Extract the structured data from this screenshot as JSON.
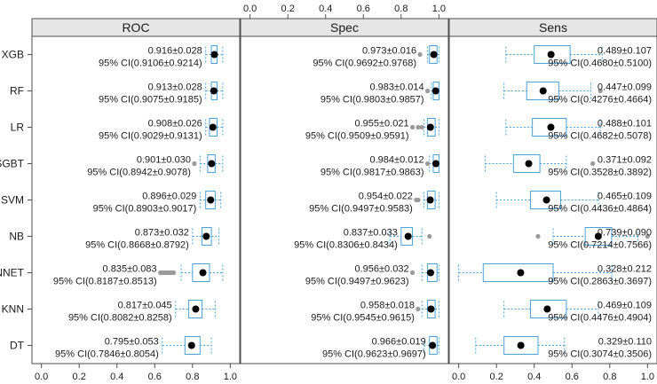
{
  "chart_data": {
    "type": "boxplot",
    "models": [
      "XGB",
      "RF",
      "LR",
      "SGBT",
      "SVM",
      "NB",
      "NNET",
      "KNN",
      "DT"
    ],
    "x_ticks": [
      "0.0",
      "0.2",
      "0.4",
      "0.6",
      "0.8",
      "1.0"
    ],
    "xlim": [
      -0.05,
      1.05
    ],
    "grid": false,
    "colors": {
      "box": "#4aa3d8",
      "mean": "#000000",
      "outlier": "#9a9a9a",
      "frame": "#4d4d4d",
      "strip_bg": "#e6e6e6"
    },
    "panels": [
      {
        "name": "ROC",
        "ticks_position": "bottom",
        "rows": [
          {
            "model": "XGB",
            "box": [
              0.9,
              0.93
            ],
            "whiskers": [
              0.87,
              0.96
            ],
            "mean": 0.916,
            "outliers": [],
            "annot_mean": "0.916±0.028",
            "annot_ci": "95% CI(0.9106±0.9214)"
          },
          {
            "model": "RF",
            "box": [
              0.9,
              0.93
            ],
            "whiskers": [
              0.87,
              0.96
            ],
            "mean": 0.913,
            "outliers": [],
            "annot_mean": "0.913±0.028",
            "annot_ci": "95% CI(0.9075±0.9185)"
          },
          {
            "model": "LR",
            "box": [
              0.89,
              0.93
            ],
            "whiskers": [
              0.87,
              0.96
            ],
            "mean": 0.908,
            "outliers": [],
            "annot_mean": "0.908±0.026",
            "annot_ci": "95% CI(0.9029±0.9131)"
          },
          {
            "model": "SGBT",
            "box": [
              0.88,
              0.92
            ],
            "whiskers": [
              0.84,
              0.96
            ],
            "mean": 0.901,
            "outliers": [
              0.81
            ],
            "annot_mean": "0.901±0.030",
            "annot_ci": "95% CI(0.8942±0.9078)"
          },
          {
            "model": "SVM",
            "box": [
              0.87,
              0.92
            ],
            "whiskers": [
              0.84,
              0.95
            ],
            "mean": 0.896,
            "outliers": [],
            "annot_mean": "0.896±0.029",
            "annot_ci": "95% CI(0.8903±0.9017)"
          },
          {
            "model": "NB",
            "box": [
              0.85,
              0.9
            ],
            "whiskers": [
              0.8,
              0.94
            ],
            "mean": 0.873,
            "outliers": [],
            "annot_mean": "0.873±0.032",
            "annot_ci": "95% CI(0.8668±0.8792)"
          },
          {
            "model": "NNET",
            "box": [
              0.8,
              0.89
            ],
            "whiskers": [
              0.74,
              0.96
            ],
            "mean": 0.855,
            "outliers": [
              0.63,
              0.64,
              0.65,
              0.66,
              0.67,
              0.68,
              0.69,
              0.7
            ],
            "annot_mean": "0.835±0.083",
            "annot_ci": "95% CI(0.8187±0.8513)"
          },
          {
            "model": "KNN",
            "box": [
              0.78,
              0.85
            ],
            "whiskers": [
              0.71,
              0.92
            ],
            "mean": 0.817,
            "outliers": [],
            "annot_mean": "0.817±0.045",
            "annot_ci": "95% CI(0.8082±0.8258)"
          },
          {
            "model": "DT",
            "box": [
              0.76,
              0.84
            ],
            "whiskers": [
              0.64,
              0.9
            ],
            "mean": 0.795,
            "outliers": [],
            "annot_mean": "0.795±0.053",
            "annot_ci": "95% CI(0.7846±0.8054)"
          }
        ]
      },
      {
        "name": "Spec",
        "ticks_position": "top",
        "rows": [
          {
            "model": "XGB",
            "box": [
              0.95,
              0.99
            ],
            "whiskers": [
              0.94,
              1.0
            ],
            "mean": 0.973,
            "outliers": [
              0.9
            ],
            "annot_mean": "0.973±0.016",
            "annot_ci": "95% CI(0.9692±0.9768)"
          },
          {
            "model": "RF",
            "box": [
              0.97,
              1.0
            ],
            "whiskers": [
              0.96,
              1.0
            ],
            "mean": 0.983,
            "outliers": [
              0.94
            ],
            "annot_mean": "0.983±0.014",
            "annot_ci": "95% CI(0.9803±0.9857)"
          },
          {
            "model": "LR",
            "box": [
              0.94,
              0.98
            ],
            "whiskers": [
              0.92,
              1.0
            ],
            "mean": 0.955,
            "outliers": [
              0.86,
              0.89,
              0.91
            ],
            "annot_mean": "0.955±0.021",
            "annot_ci": "95% CI(0.9509±0.9591)"
          },
          {
            "model": "SGBT",
            "box": [
              0.97,
              1.0
            ],
            "whiskers": [
              0.95,
              1.0
            ],
            "mean": 0.984,
            "outliers": [
              0.94
            ],
            "annot_mean": "0.984±0.012",
            "annot_ci": "95% CI(0.9817±0.9863)"
          },
          {
            "model": "SVM",
            "box": [
              0.94,
              0.98
            ],
            "whiskers": [
              0.92,
              1.0
            ],
            "mean": 0.954,
            "outliers": [
              0.88,
              0.89
            ],
            "annot_mean": "0.954±0.022",
            "annot_ci": "95% CI(0.9497±0.9583)"
          },
          {
            "model": "NB",
            "box": [
              0.8,
              0.86
            ],
            "whiskers": [
              0.74,
              0.91
            ],
            "mean": 0.837,
            "outliers": [
              0.95
            ],
            "annot_mean": "0.837±0.033",
            "annot_ci": "95% CI(0.8306±0.8434)"
          },
          {
            "model": "NNET",
            "box": [
              0.94,
              0.99
            ],
            "whiskers": [
              0.91,
              1.0
            ],
            "mean": 0.956,
            "outliers": [
              0.86
            ],
            "annot_mean": "0.956±0.032",
            "annot_ci": "95% CI(0.9497±0.9623)"
          },
          {
            "model": "KNN",
            "box": [
              0.94,
              0.98
            ],
            "whiskers": [
              0.91,
              1.0
            ],
            "mean": 0.958,
            "outliers": [
              0.89
            ],
            "annot_mean": "0.958±0.018",
            "annot_ci": "95% CI(0.9545±0.9615)"
          },
          {
            "model": "DT",
            "box": [
              0.95,
              0.99
            ],
            "whiskers": [
              0.92,
              1.0
            ],
            "mean": 0.966,
            "outliers": [],
            "annot_mean": "0.966±0.019",
            "annot_ci": "95% CI(0.9623±0.9697)"
          }
        ]
      },
      {
        "name": "Sens",
        "ticks_position": "bottom",
        "rows": [
          {
            "model": "XGB",
            "box": [
              0.4,
              0.59
            ],
            "whiskers": [
              0.25,
              0.76
            ],
            "mean": 0.489,
            "outliers": [],
            "annot_mean": "0.489±0.107",
            "annot_ci": "95% CI(0.4680±0.5100)"
          },
          {
            "model": "RF",
            "box": [
              0.36,
              0.53
            ],
            "whiskers": [
              0.24,
              0.7
            ],
            "mean": 0.447,
            "outliers": [
              0.75
            ],
            "annot_mean": "0.447±0.099",
            "annot_ci": "95% CI(0.4276±0.4664)"
          },
          {
            "model": "LR",
            "box": [
              0.39,
              0.57
            ],
            "whiskers": [
              0.25,
              0.75
            ],
            "mean": 0.488,
            "outliers": [],
            "annot_mean": "0.488±0.101",
            "annot_ci": "95% CI(0.4682±0.5078)"
          },
          {
            "model": "SGBT",
            "box": [
              0.29,
              0.43
            ],
            "whiskers": [
              0.14,
              0.57
            ],
            "mean": 0.371,
            "outliers": [
              0.71
            ],
            "annot_mean": "0.371±0.092",
            "annot_ci": "95% CI(0.3528±0.3892)"
          },
          {
            "model": "SVM",
            "box": [
              0.38,
              0.54
            ],
            "whiskers": [
              0.2,
              0.74
            ],
            "mean": 0.465,
            "outliers": [],
            "annot_mean": "0.465±0.109",
            "annot_ci": "95% CI(0.4436±0.4864)"
          },
          {
            "model": "NB",
            "box": [
              0.67,
              0.81
            ],
            "whiskers": [
              0.5,
              0.95
            ],
            "mean": 0.739,
            "outliers": [
              0.42,
              1.0
            ],
            "annot_mean": "0.739±0.090",
            "annot_ci": "95% CI(0.7214±0.7566)"
          },
          {
            "model": "NNET",
            "box": [
              0.13,
              0.5
            ],
            "whiskers": [
              0.0,
              0.81
            ],
            "mean": 0.328,
            "outliers": [],
            "annot_mean": "0.328±0.212",
            "annot_ci": "95% CI(0.2863±0.3697)"
          },
          {
            "model": "KNN",
            "box": [
              0.38,
              0.57
            ],
            "whiskers": [
              0.24,
              0.74
            ],
            "mean": 0.469,
            "outliers": [],
            "annot_mean": "0.469±0.109",
            "annot_ci": "95% CI(0.4476±0.4904)"
          },
          {
            "model": "DT",
            "box": [
              0.24,
              0.42
            ],
            "whiskers": [
              0.09,
              0.56
            ],
            "mean": 0.329,
            "outliers": [],
            "annot_mean": "0.329±0.110",
            "annot_ci": "95% CI(0.3074±0.3506)"
          }
        ]
      }
    ]
  }
}
